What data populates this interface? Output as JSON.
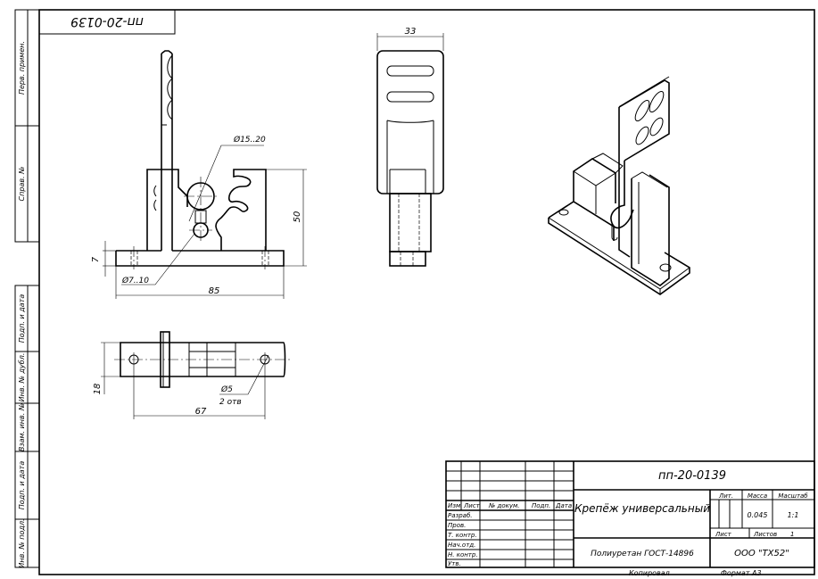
{
  "drawing": {
    "code_rotated": "пп-20-0139",
    "side_labels": [
      "Перв. примен.",
      "Справ. №",
      "Подп. и дата",
      "Инв. № дубл.",
      "Взам. инв. №",
      "Подп. и дата",
      "Инв. № подл."
    ],
    "dimensions": {
      "diameter_hole": "Ø15..20",
      "height": "50",
      "base_thickness": "7",
      "diameter_slot": "Ø7..10",
      "length": "85",
      "top_width": "33",
      "plan_width": "18",
      "diameter_small": "Ø5",
      "holes_count": "2 отв",
      "hole_spacing": "67"
    }
  },
  "title_block": {
    "code": "пп-20-0139",
    "title": "Крепёж универсальный",
    "material": "Полиуретан ГОСТ-14896",
    "company": "ООО \"ТХ52\"",
    "col_headers": [
      "Изм.",
      "Лист",
      "№ докум.",
      "Подп.",
      "Дата"
    ],
    "rows": [
      "Разраб.",
      "Пров.",
      "Т. контр.",
      "Нач.отд.",
      "Н. контр.",
      "Утв."
    ],
    "lit_label": "Лит.",
    "mass_label": "Масса",
    "scale_label": "Масштаб",
    "mass_value": "0.045",
    "scale_value": "1:1",
    "sheet_label": "Лист",
    "sheets_label": "Листов",
    "sheets_value": "1",
    "copied": "Копировал",
    "format": "Формат А3"
  }
}
